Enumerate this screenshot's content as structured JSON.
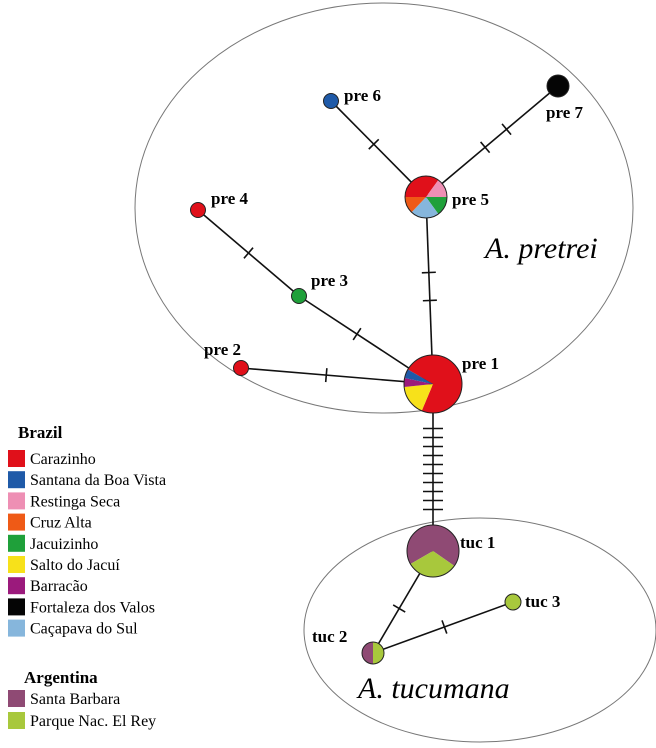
{
  "groups": [
    {
      "name": "A. pretrei"
    },
    {
      "name": "A. tucumana"
    }
  ],
  "legend": {
    "brazil": {
      "heading": "Brazil",
      "items": [
        {
          "label": "Carazinho",
          "color": "#e0101a"
        },
        {
          "label": "Santana da Boa Vista",
          "color": "#1f5aa8"
        },
        {
          "label": "Restinga Seca",
          "color": "#ee8fb4"
        },
        {
          "label": "Cruz Alta",
          "color": "#ef5a16"
        },
        {
          "label": "Jacuizinho",
          "color": "#1fa03a"
        },
        {
          "label": "Salto do Jacuí",
          "color": "#f7e11a"
        },
        {
          "label": "Barracão",
          "color": "#9b1a7c"
        },
        {
          "label": "Fortaleza dos Valos",
          "color": "#050505"
        },
        {
          "label": "Caçapava do Sul",
          "color": "#86b6dc"
        }
      ]
    },
    "argentina": {
      "heading": "Argentina",
      "items": [
        {
          "label": "Santa Barbara",
          "color": "#8f4a74"
        },
        {
          "label": "Parque Nac. El Rey",
          "color": "#a8c83c"
        }
      ]
    }
  },
  "haplotypes": [
    {
      "id": "pre1",
      "label": "pre 1",
      "slices": [
        {
          "color": "#e0101a",
          "value": 0.73
        },
        {
          "color": "#f7e11a",
          "value": 0.17
        },
        {
          "color": "#9b1a7c",
          "value": 0.05
        },
        {
          "color": "#1f5aa8",
          "value": 0.05
        }
      ]
    },
    {
      "id": "pre2",
      "label": "pre 2",
      "slices": [
        {
          "color": "#e0101a",
          "value": 1
        }
      ]
    },
    {
      "id": "pre3",
      "label": "pre 3",
      "slices": [
        {
          "color": "#1fa03a",
          "value": 1
        }
      ]
    },
    {
      "id": "pre4",
      "label": "pre 4",
      "slices": [
        {
          "color": "#e0101a",
          "value": 1
        }
      ]
    },
    {
      "id": "pre5",
      "label": "pre 5",
      "slices": [
        {
          "color": "#1fa03a",
          "value": 0.15
        },
        {
          "color": "#86b6dc",
          "value": 0.22
        },
        {
          "color": "#ef5a16",
          "value": 0.13
        },
        {
          "color": "#e0101a",
          "value": 0.35
        },
        {
          "color": "#ee8fb4",
          "value": 0.15
        }
      ]
    },
    {
      "id": "pre6",
      "label": "pre 6",
      "slices": [
        {
          "color": "#1f5aa8",
          "value": 1
        }
      ]
    },
    {
      "id": "pre7",
      "label": "pre 7",
      "slices": [
        {
          "color": "#050505",
          "value": 1
        }
      ]
    },
    {
      "id": "tuc1",
      "label": "tuc 1",
      "slices": [
        {
          "color": "#8f4a74",
          "value": 0.68
        },
        {
          "color": "#a8c83c",
          "value": 0.32
        }
      ]
    },
    {
      "id": "tuc2",
      "label": "tuc 2",
      "slices": [
        {
          "color": "#8f4a74",
          "value": 0.5
        },
        {
          "color": "#a8c83c",
          "value": 0.5
        }
      ]
    },
    {
      "id": "tuc3",
      "label": "tuc 3",
      "slices": [
        {
          "color": "#a8c83c",
          "value": 1
        }
      ]
    }
  ],
  "edges": [
    {
      "from": "pre1",
      "to": "pre2",
      "mutations": 1
    },
    {
      "from": "pre1",
      "to": "pre3",
      "mutations": 1
    },
    {
      "from": "pre3",
      "to": "pre4",
      "mutations": 1
    },
    {
      "from": "pre1",
      "to": "pre5",
      "mutations": 2
    },
    {
      "from": "pre5",
      "to": "pre6",
      "mutations": 1
    },
    {
      "from": "pre5",
      "to": "pre7",
      "mutations": 2
    },
    {
      "from": "pre1",
      "to": "tuc1",
      "mutations": 10
    },
    {
      "from": "tuc1",
      "to": "tuc2",
      "mutations": 1
    },
    {
      "from": "tuc2",
      "to": "tuc3",
      "mutations": 1
    }
  ]
}
